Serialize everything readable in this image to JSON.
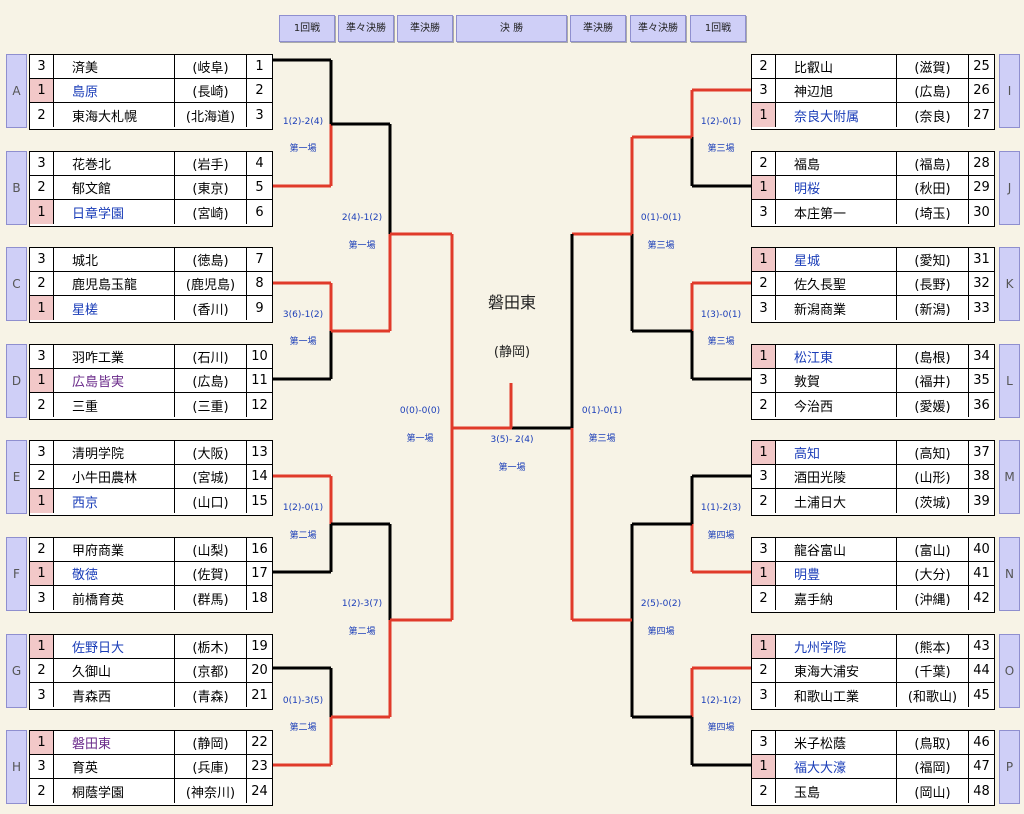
{
  "headers": {
    "r1_left": "1回戦",
    "qq_left": "準々決勝",
    "semi_left": "準決勝",
    "final": "決 勝",
    "semi_right": "準決勝",
    "qq_right": "準々決勝",
    "r1_right": "1回戦"
  },
  "groups": [
    "A",
    "B",
    "C",
    "D",
    "E",
    "F",
    "G",
    "H",
    "I",
    "J",
    "K",
    "L",
    "M",
    "N",
    "O",
    "P"
  ],
  "teams": [
    {
      "n": 1,
      "rank": "3",
      "name": "済美",
      "pref": "(岐阜)"
    },
    {
      "n": 2,
      "rank": "1",
      "name": "島原",
      "pref": "(長崎)"
    },
    {
      "n": 3,
      "rank": "2",
      "name": "東海大札幌",
      "pref": "(北海道)"
    },
    {
      "n": 4,
      "rank": "3",
      "name": "花巻北",
      "pref": "(岩手)"
    },
    {
      "n": 5,
      "rank": "2",
      "name": "郁文館",
      "pref": "(東京)"
    },
    {
      "n": 6,
      "rank": "1",
      "name": "日章学園",
      "pref": "(宮崎)"
    },
    {
      "n": 7,
      "rank": "3",
      "name": "城北",
      "pref": "(徳島)"
    },
    {
      "n": 8,
      "rank": "2",
      "name": "鹿児島玉龍",
      "pref": "(鹿児島)"
    },
    {
      "n": 9,
      "rank": "1",
      "name": "星槎",
      "pref": "(香川)"
    },
    {
      "n": 10,
      "rank": "3",
      "name": "羽咋工業",
      "pref": "(石川)"
    },
    {
      "n": 11,
      "rank": "1",
      "name": "広島皆実",
      "pref": "(広島)"
    },
    {
      "n": 12,
      "rank": "2",
      "name": "三重",
      "pref": "(三重)"
    },
    {
      "n": 13,
      "rank": "3",
      "name": "清明学院",
      "pref": "(大阪)"
    },
    {
      "n": 14,
      "rank": "2",
      "name": "小牛田農林",
      "pref": "(宮城)"
    },
    {
      "n": 15,
      "rank": "1",
      "name": "西京",
      "pref": "(山口)"
    },
    {
      "n": 16,
      "rank": "2",
      "name": "甲府商業",
      "pref": "(山梨)"
    },
    {
      "n": 17,
      "rank": "1",
      "name": "敬徳",
      "pref": "(佐賀)"
    },
    {
      "n": 18,
      "rank": "3",
      "name": "前橋育英",
      "pref": "(群馬)"
    },
    {
      "n": 19,
      "rank": "1",
      "name": "佐野日大",
      "pref": "(栃木)"
    },
    {
      "n": 20,
      "rank": "2",
      "name": "久御山",
      "pref": "(京都)"
    },
    {
      "n": 21,
      "rank": "3",
      "name": "青森西",
      "pref": "(青森)"
    },
    {
      "n": 22,
      "rank": "1",
      "name": "磐田東",
      "pref": "(静岡)"
    },
    {
      "n": 23,
      "rank": "3",
      "name": "育英",
      "pref": "(兵庫)"
    },
    {
      "n": 24,
      "rank": "2",
      "name": "桐蔭学園",
      "pref": "(神奈川)"
    },
    {
      "n": 25,
      "rank": "2",
      "name": "比叡山",
      "pref": "(滋賀)"
    },
    {
      "n": 26,
      "rank": "3",
      "name": "神辺旭",
      "pref": "(広島)"
    },
    {
      "n": 27,
      "rank": "1",
      "name": "奈良大附属",
      "pref": "(奈良)"
    },
    {
      "n": 28,
      "rank": "2",
      "name": "福島",
      "pref": "(福島)"
    },
    {
      "n": 29,
      "rank": "1",
      "name": "明桜",
      "pref": "(秋田)"
    },
    {
      "n": 30,
      "rank": "3",
      "name": "本庄第一",
      "pref": "(埼玉)"
    },
    {
      "n": 31,
      "rank": "1",
      "name": "星城",
      "pref": "(愛知)"
    },
    {
      "n": 32,
      "rank": "2",
      "name": "佐久長聖",
      "pref": "(長野)"
    },
    {
      "n": 33,
      "rank": "3",
      "name": "新潟商業",
      "pref": "(新潟)"
    },
    {
      "n": 34,
      "rank": "1",
      "name": "松江東",
      "pref": "(島根)"
    },
    {
      "n": 35,
      "rank": "3",
      "name": "敦賀",
      "pref": "(福井)"
    },
    {
      "n": 36,
      "rank": "2",
      "name": "今治西",
      "pref": "(愛媛)"
    },
    {
      "n": 37,
      "rank": "1",
      "name": "高知",
      "pref": "(高知)"
    },
    {
      "n": 38,
      "rank": "3",
      "name": "酒田光陵",
      "pref": "(山形)"
    },
    {
      "n": 39,
      "rank": "2",
      "name": "土浦日大",
      "pref": "(茨城)"
    },
    {
      "n": 40,
      "rank": "3",
      "name": "龍谷富山",
      "pref": "(富山)"
    },
    {
      "n": 41,
      "rank": "1",
      "name": "明豊",
      "pref": "(大分)"
    },
    {
      "n": 42,
      "rank": "2",
      "name": "嘉手納",
      "pref": "(沖縄)"
    },
    {
      "n": 43,
      "rank": "1",
      "name": "九州学院",
      "pref": "(熊本)"
    },
    {
      "n": 44,
      "rank": "2",
      "name": "東海大浦安",
      "pref": "(千葉)"
    },
    {
      "n": 45,
      "rank": "3",
      "name": "和歌山工業",
      "pref": "(和歌山)"
    },
    {
      "n": 46,
      "rank": "3",
      "name": "米子松蔭",
      "pref": "(鳥取)"
    },
    {
      "n": 47,
      "rank": "1",
      "name": "福大大濠",
      "pref": "(福岡)"
    },
    {
      "n": 48,
      "rank": "2",
      "name": "玉島",
      "pref": "(岡山)"
    }
  ],
  "scores": {
    "a_b": "1(2)-2(4)",
    "a_b_venue": "第一場",
    "c_d": "3(6)-1(2)",
    "c_d_venue": "第一場",
    "ab_cd": "2(4)-1(2)",
    "ab_cd_venue": "第一場",
    "e_f": "1(2)-0(1)",
    "e_f_venue": "第二場",
    "g_h": "0(1)-3(5)",
    "g_h_venue": "第二場",
    "ef_gh": "1(2)-3(7)",
    "ef_gh_venue": "第二場",
    "left_semi": "0(0)-0(0)",
    "left_semi_venue": "第一場",
    "final": "3(5)- 2(4)",
    "final_venue": "第一場",
    "i_j": "1(2)-0(1)",
    "i_j_venue": "第三場",
    "k_l": "1(3)-0(1)",
    "k_l_venue": "第三場",
    "ij_kl": "0(1)-0(1)",
    "ij_kl_venue": "第三場",
    "m_n": "1(1)-2(3)",
    "m_n_venue": "第四場",
    "o_p": "1(2)-1(2)",
    "o_p_venue": "第四場",
    "mn_op": "2(5)-0(2)",
    "mn_op_venue": "第四場",
    "right_semi": "0(1)-0(1)",
    "right_semi_venue": "第三場"
  },
  "champion": {
    "name": "磐田東",
    "pref": "(静岡)"
  },
  "colors": {
    "winner_line": "#e03a2a",
    "loser_line": "#000000",
    "rank1_bg": "#f2c8c8",
    "header_bg": "#cfcff7"
  }
}
